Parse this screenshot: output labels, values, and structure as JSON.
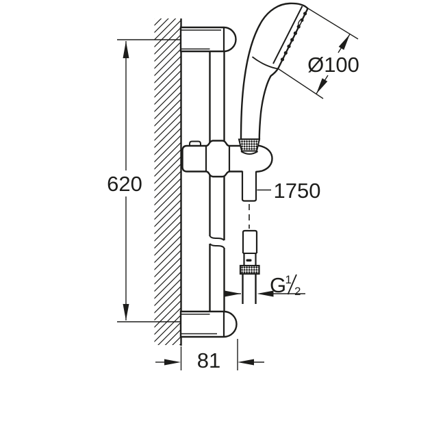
{
  "drawing": {
    "type": "technical-dimension-drawing",
    "subject": "shower rail set with hand shower, side view",
    "background_color": "#ffffff",
    "line_color": "#1d1d1b",
    "labels": {
      "rail_height": "620",
      "head_diameter": "Ø100",
      "hose_length": "1750",
      "thread_base": "G",
      "thread_numerator": "1",
      "thread_denominator": "2",
      "wall_distance": "81"
    }
  }
}
